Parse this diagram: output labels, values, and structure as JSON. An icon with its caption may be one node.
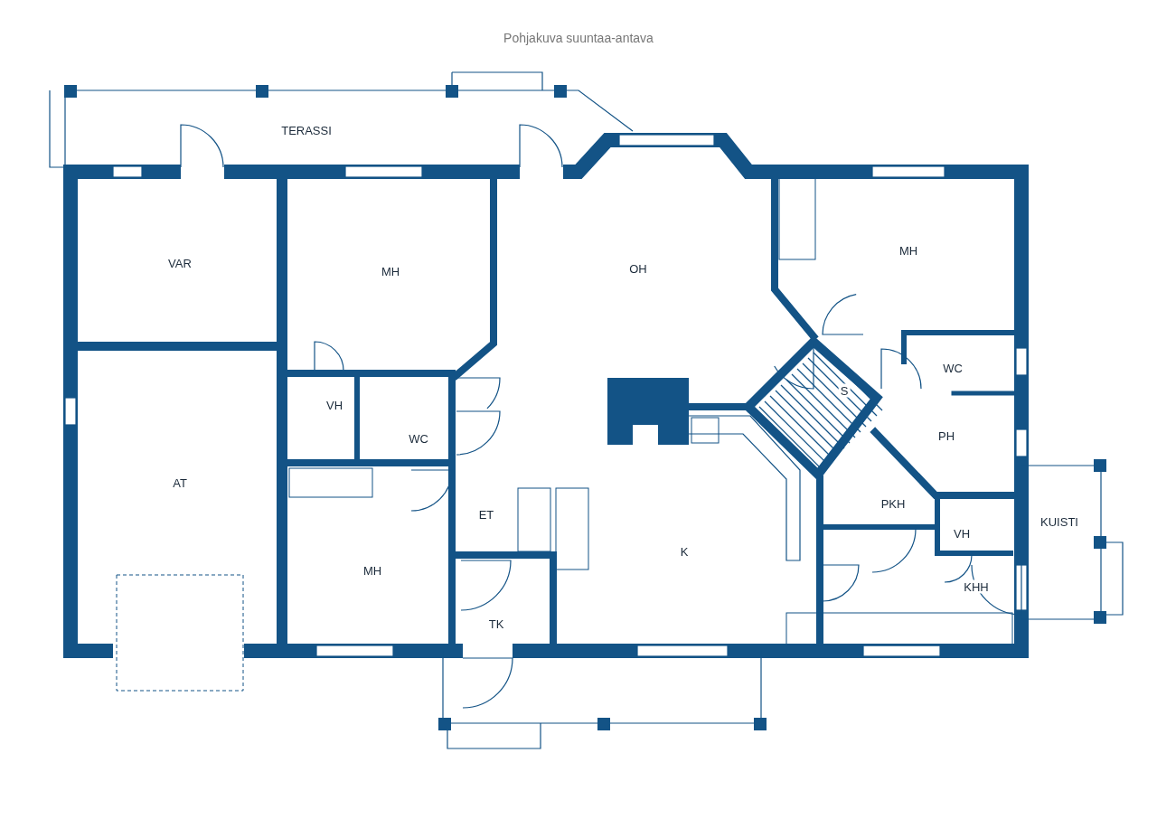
{
  "diagram": {
    "title": "Pohjakuva suuntaa-antava",
    "labels": [
      "TERASSI",
      "OH",
      "MH",
      "VAR",
      "MH",
      "WC",
      "VH",
      "WC",
      "S",
      "PH",
      "AT",
      "ET",
      "PKH",
      "KUISTI",
      "VH",
      "K",
      "MH",
      "KHH",
      "TK"
    ]
  }
}
